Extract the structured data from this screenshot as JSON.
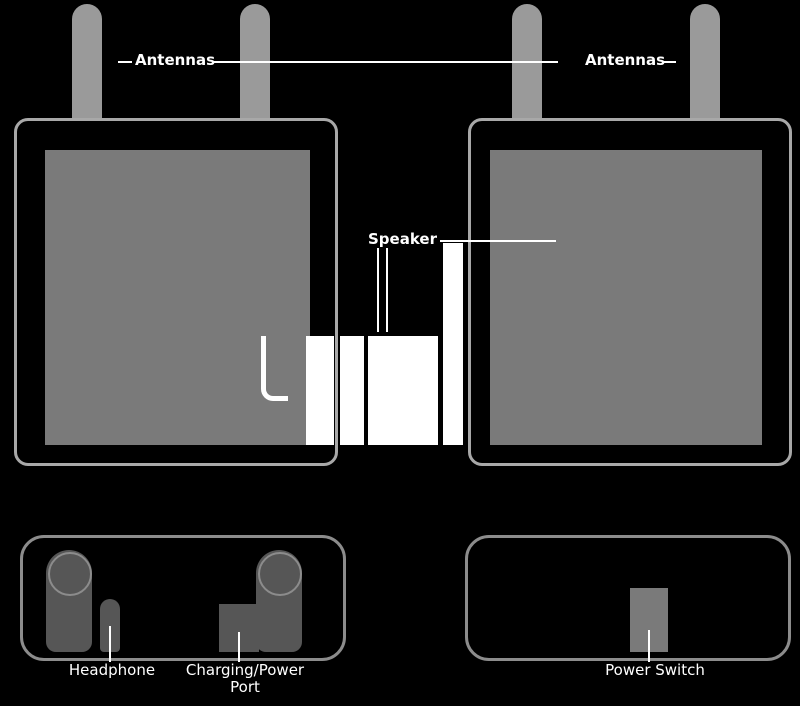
{
  "callouts": {
    "antennas_left": "Antennas",
    "antennas_right": "Antennas",
    "speaker": "Speaker",
    "headphone": "Headphone",
    "charging_power": "Charging/Power",
    "charging_port": "Port",
    "power_switch": "Power Switch"
  },
  "colors": {
    "background": "#000000",
    "device_outline": "#a8a8a8",
    "speaker_grille": "#7a7a7a",
    "antenna": "#9a9a9a",
    "bottom_view_outline": "#8c8c8c",
    "port_fill": "#565656",
    "power_switch_fill": "#7a7a7a",
    "callout_line": "#ffffff",
    "label_text": "#ffffff"
  }
}
